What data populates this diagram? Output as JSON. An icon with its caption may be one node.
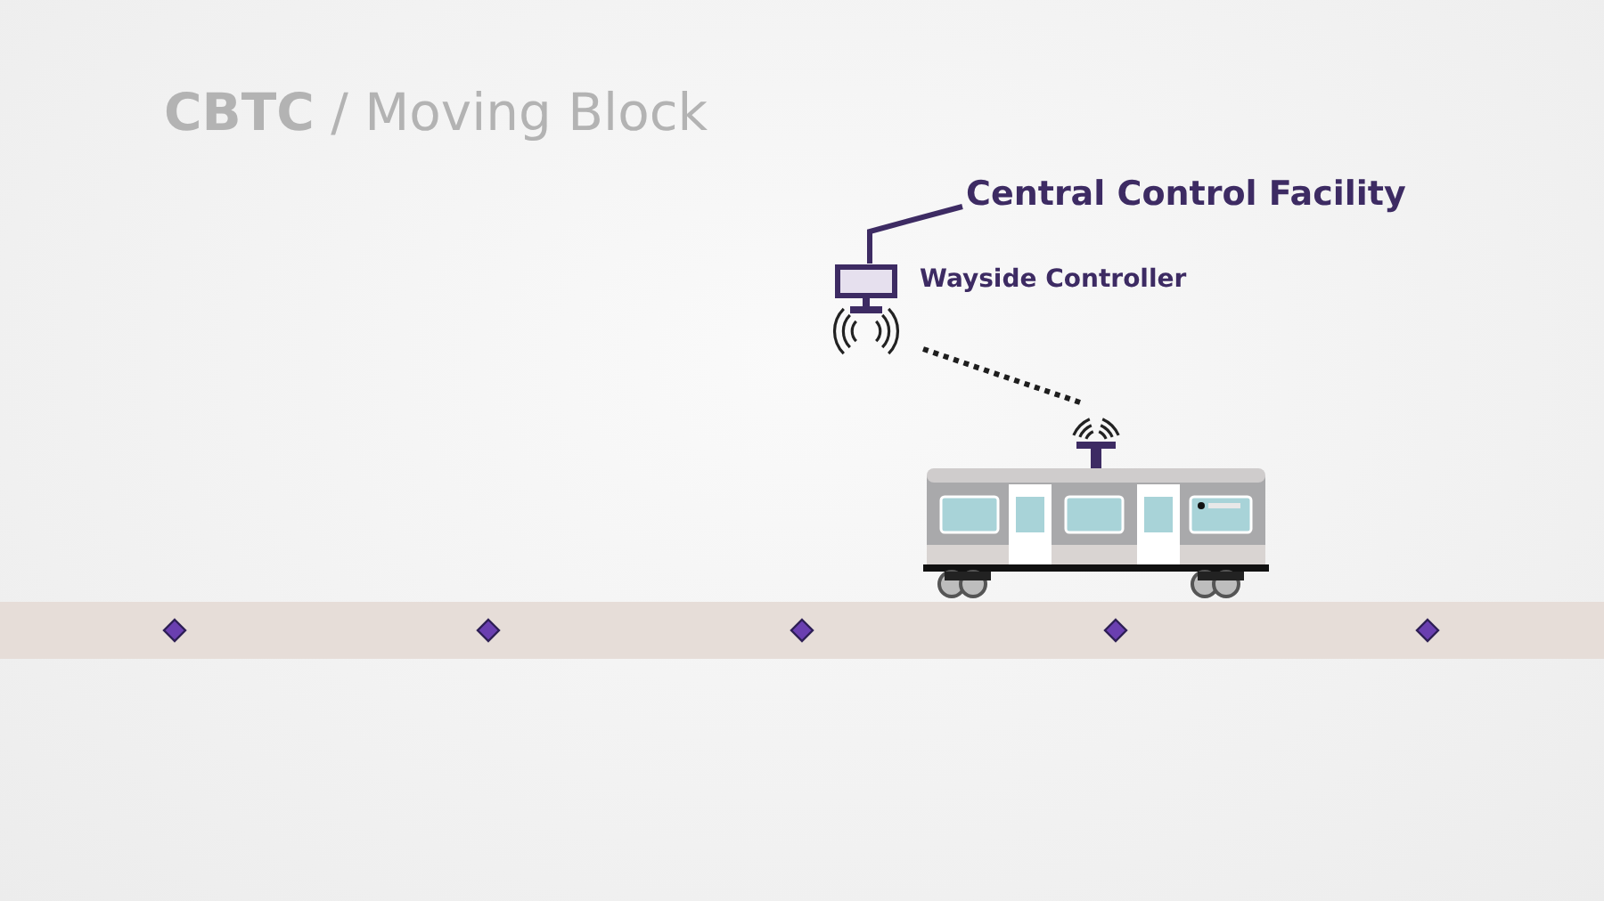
{
  "diagram": {
    "title": "**CBTC** / Moving Block",
    "nodes": [
      {
        "text": [
          "Central Control Facility"
        ]
      },
      {
        "text": [],
        "shape": "picture",
        "beside": [
          "Wayside Controller"
        ]
      },
      {
        "text": [],
        "shape": "picture"
      }
    ],
    "edges": [
      {
        "from": 0,
        "to": 1,
        "arrow": "none"
      },
      {
        "from": 1,
        "to": 2,
        "arrow": "none",
        "style": "dashed",
        "color": "#1e1e1e"
      }
    ]
  }
}
